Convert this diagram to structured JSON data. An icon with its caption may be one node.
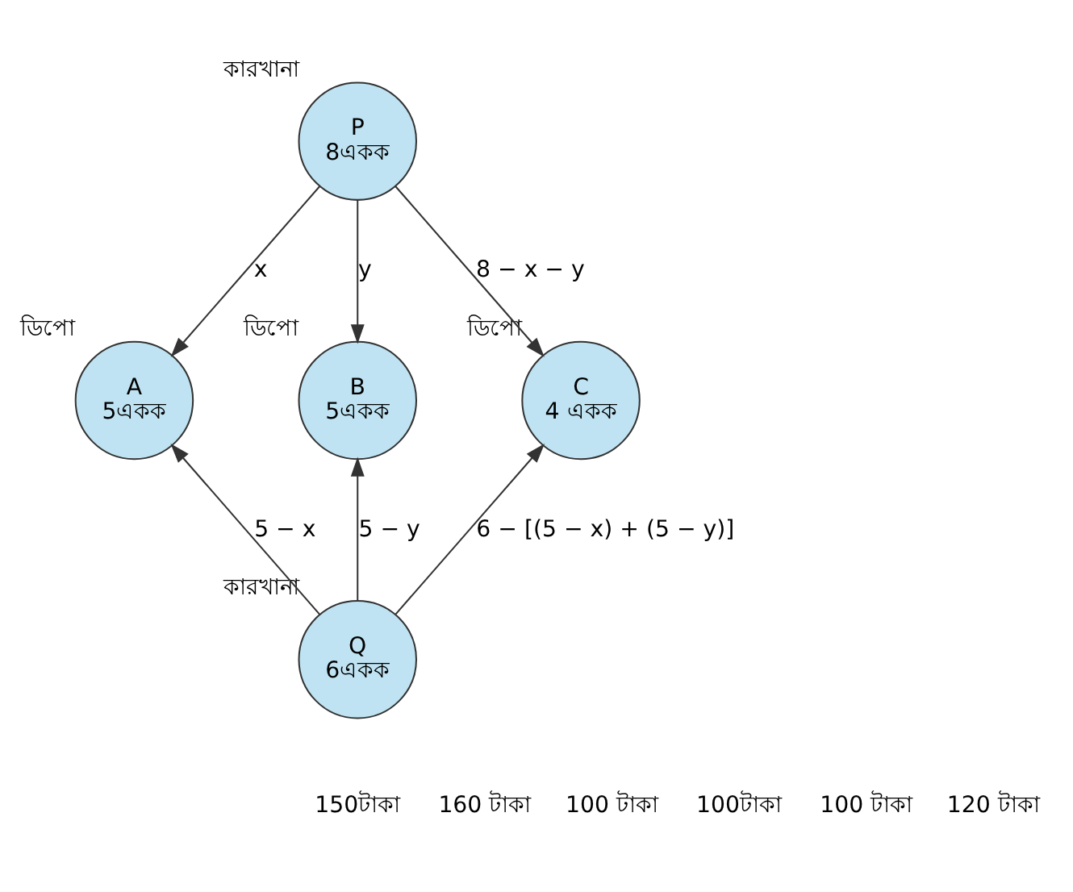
{
  "diagram": {
    "nodes": [
      {
        "text": [
          "P",
          "8একক"
        ],
        "beside": [
          "কারখানা"
        ]
      },
      {
        "text": [
          "A",
          "5একক"
        ],
        "beside": [
          "ডিপো"
        ]
      },
      {
        "text": [
          "B",
          "5একক"
        ],
        "beside": [
          "ডিপো"
        ]
      },
      {
        "text": [
          "C",
          "4 একক"
        ],
        "beside": [
          "ডিপো"
        ]
      },
      {
        "text": [
          "Q",
          "6একক"
        ],
        "beside": [
          "কারখানা"
        ]
      }
    ],
    "edges": [
      {
        "from": 0,
        "to": 1,
        "arrow": "to",
        "label": "x"
      },
      {
        "from": 0,
        "to": 2,
        "arrow": "to",
        "label": "y"
      },
      {
        "from": 0,
        "to": 3,
        "arrow": "to",
        "label": "8 − x − y"
      },
      {
        "from": 4,
        "to": 1,
        "arrow": "to",
        "label": "5 − x"
      },
      {
        "from": 4,
        "to": 2,
        "arrow": "to",
        "label": "5 − y"
      },
      {
        "from": 4,
        "to": 3,
        "arrow": "to",
        "label": "6 − [(5 − x) + (5 − y)]"
      }
    ],
    "labels": [
      "150টাকা",
      "160 টাকা",
      "100 টাকা",
      "100টাকা",
      "100 টাকা",
      "120 টাকা"
    ]
  }
}
